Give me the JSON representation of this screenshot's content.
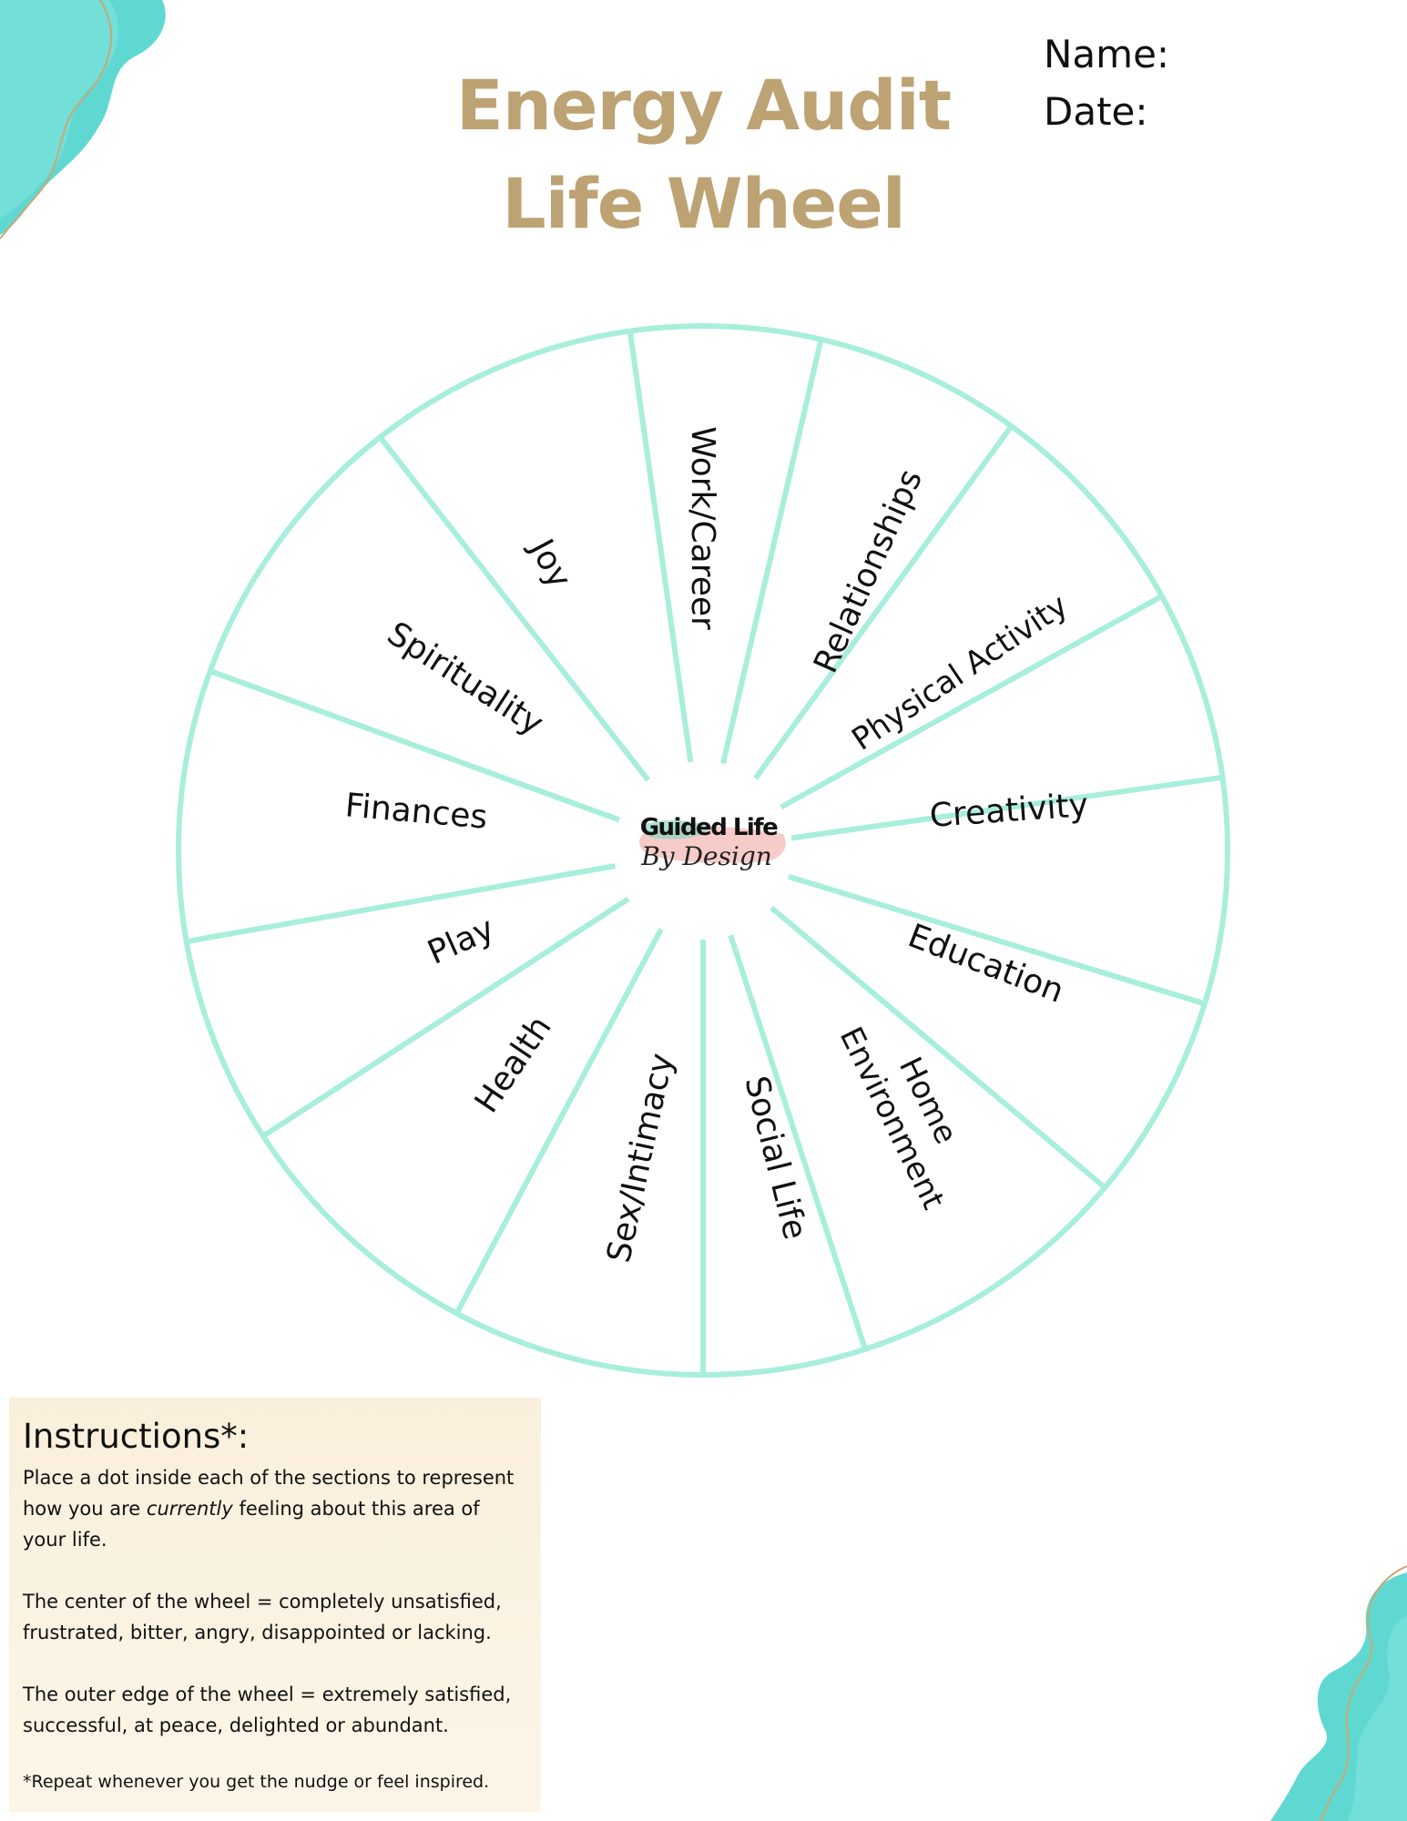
{
  "header": {
    "title_line1": "Energy Audit",
    "title_line2": "Life Wheel",
    "name_label": "Name:",
    "date_label": "Date:"
  },
  "logo": {
    "line1": "Guided Life",
    "line2": "By Design"
  },
  "wheel": {
    "segments": [
      "Work/Career",
      "Relationships",
      "Physical Activity",
      "Creativity",
      "Education",
      "Home Environment",
      "Social Life",
      "Sex/Intimacy",
      "Health",
      "Play",
      "Finances",
      "Spirituality",
      "Joy"
    ]
  },
  "instructions": {
    "heading": "Instructions*:",
    "p1_before": "Place a dot inside each of the sections to represent how you are ",
    "p1_emphasis": "currently",
    "p1_after": " feeling about this area of your life.",
    "p2": "The center of the wheel = completely unsatisfied, frustrated, bitter, angry, disappointed or lacking.",
    "p3": "The outer edge of the wheel = extremely satisfied, successful, at peace, delighted or abundant.",
    "note": "*Repeat whenever you get the nudge or feel inspired."
  },
  "colors": {
    "title": "#bda273",
    "wheel_line": "#a8eedc",
    "blob": "#5fd8d2",
    "blob_line": "#c9a874"
  }
}
